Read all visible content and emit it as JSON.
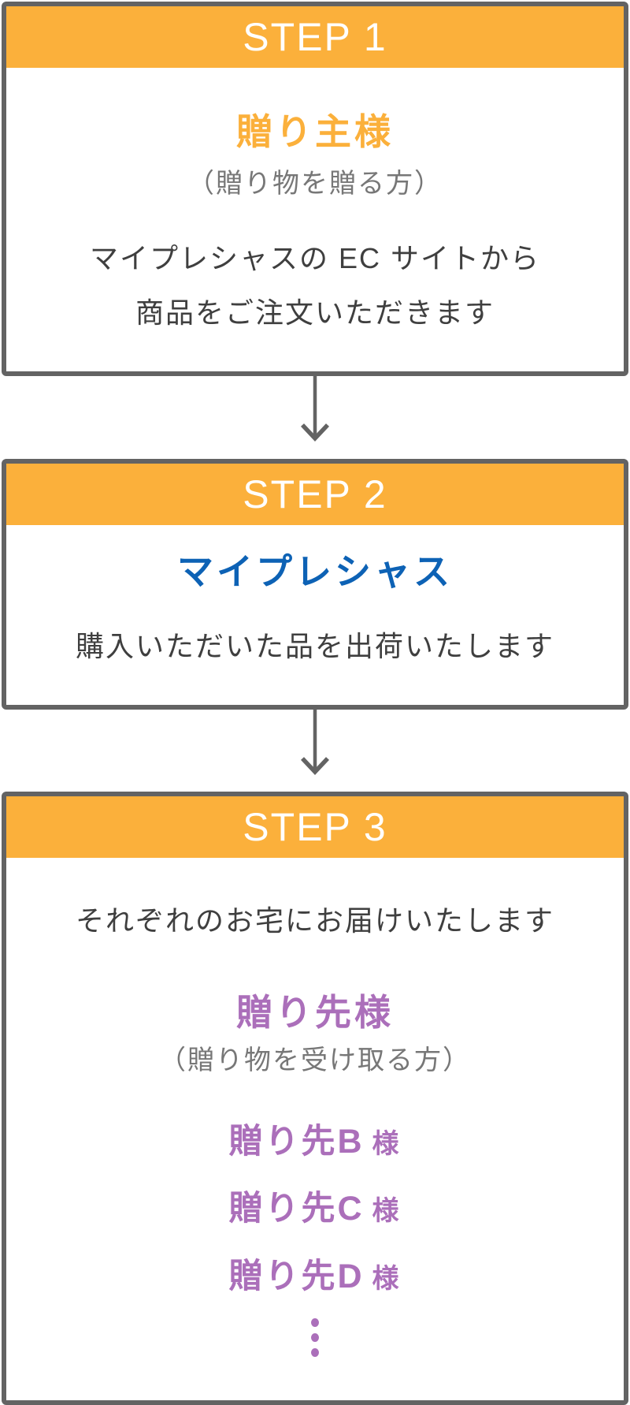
{
  "colors": {
    "accent_orange": "#FBB03B",
    "accent_blue": "#0D62B5",
    "accent_purple": "#AB6FBA",
    "border_gray": "#636363",
    "text_dark": "#3F3F3F",
    "text_gray": "#777777",
    "header_text": "#FFFFFF"
  },
  "steps": [
    {
      "header": "STEP 1",
      "title": "贈り主様",
      "title_note": "（贈り物を贈る方）",
      "body_line_1": "マイプレシャスの EC サイトから",
      "body_line_2": "商品をご注文いただきます"
    },
    {
      "header": "STEP 2",
      "title": "マイプレシャス",
      "body_line_1": "購入いただいた品を出荷いたします"
    },
    {
      "header": "STEP 3",
      "body_line_1": "それぞれのお宅にお届けいたします",
      "title": "贈り先様",
      "title_note": "（贈り物を受け取る方）",
      "recipients": [
        {
          "name": "贈り先B",
          "suffix": "様"
        },
        {
          "name": "贈り先C",
          "suffix": "様"
        },
        {
          "name": "贈り先D",
          "suffix": "様"
        }
      ],
      "more_indicator": "vertical-ellipsis"
    }
  ]
}
